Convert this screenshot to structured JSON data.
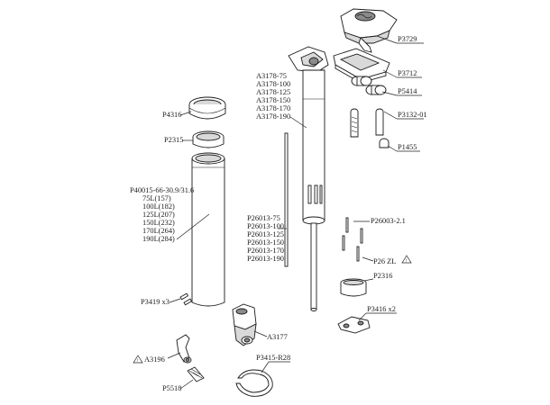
{
  "labels": {
    "p3729": "P3729",
    "p3712": "P3712",
    "p5414": "P5414",
    "p3132": "P3132-01",
    "p1455": "P1455",
    "a3178": [
      "A3178-75",
      "A3178-100",
      "A3178-125",
      "A3178-150",
      "A3178-170",
      "A3178-190"
    ],
    "p4316": "P4316",
    "p2315": "P2315",
    "p40015": [
      "P40015-66-30.9/31.6",
      "75L(157)",
      "100L(182)",
      "125L(207)",
      "150L(232)",
      "170L(264)",
      "190L(284)"
    ],
    "p26013": [
      "P26013-75",
      "P26013-100",
      "P26013-125",
      "P26013-150",
      "P26013-170",
      "P26013-190"
    ],
    "p26003": "P26003-2.1",
    "p26zl": "P26 ZL",
    "p2316": "P2316",
    "p3416": "P3416 x2",
    "p3419": "P3419 x3",
    "a3177": "A3177",
    "a3196": "A3196",
    "p3415": "P3415-R28",
    "p5518": "P5518"
  },
  "icons": {
    "warning": "warning-triangle-icon"
  }
}
